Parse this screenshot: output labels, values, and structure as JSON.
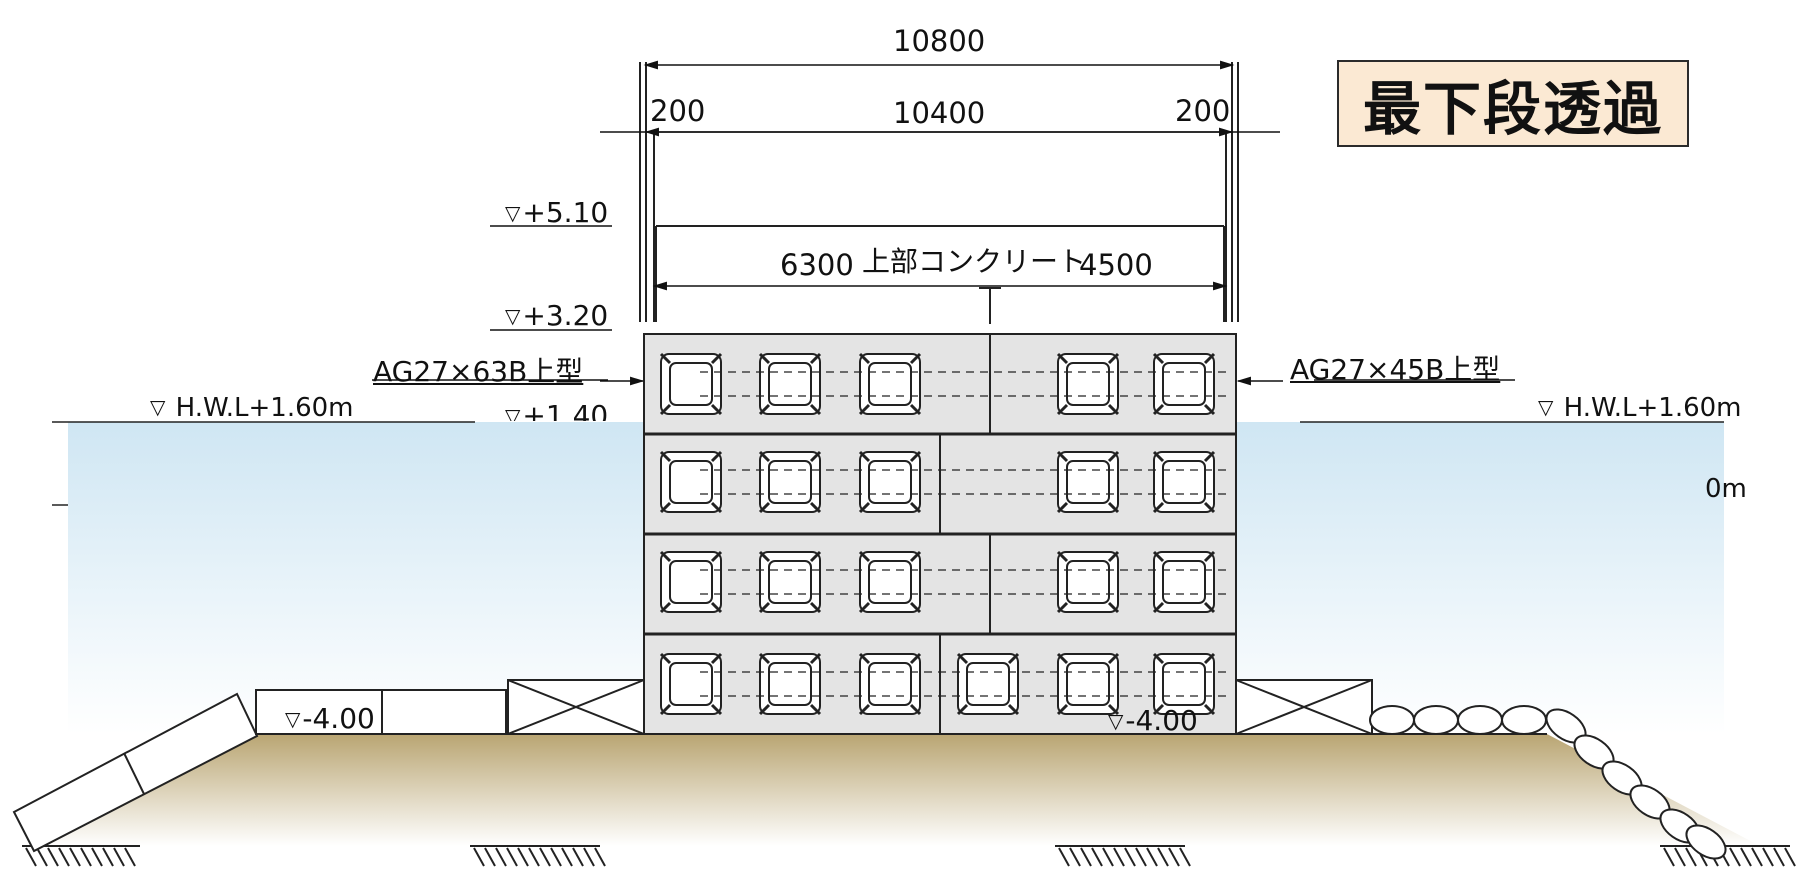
{
  "title": "最下段透過",
  "dimensions": {
    "total": "10800",
    "left_margin": "200",
    "inner": "10400",
    "right_margin": "200",
    "left_part": "6300",
    "top_concrete": "上部コンクリート",
    "right_part": "4500"
  },
  "levels": {
    "top": "+5.10",
    "crest": "+3.20",
    "hwl_center": "+1.40",
    "hwl_left": "H.W.L+1.60m",
    "hwl_right": "H.W.L+1.60m",
    "right_partial": "0m",
    "bottom_left": "-4.00",
    "bottom_center": "-4.00"
  },
  "blocks": {
    "left_type": "AG27×63B上型",
    "right_type": "AG27×45B上型"
  },
  "colors": {
    "water_top": "#cfe6f3",
    "water_bottom": "#ffffff",
    "ground_top": "#b9a572",
    "ground_bottom": "#ffffff",
    "block_fill": "#e4e4e4",
    "title_bg": "#fbe9d3"
  }
}
